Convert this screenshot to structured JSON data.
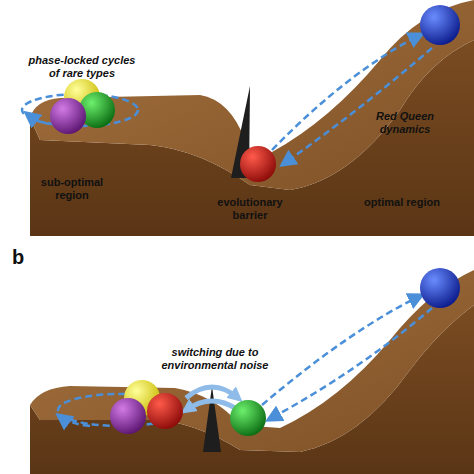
{
  "diagram": {
    "labels": [
      "phase-locked cycles of rare types",
      "Red Queen dynamics",
      "sub-optimal region",
      "evolutionary barrier",
      "optimal region",
      "b",
      "switching due to environmental noise"
    ]
  }
}
